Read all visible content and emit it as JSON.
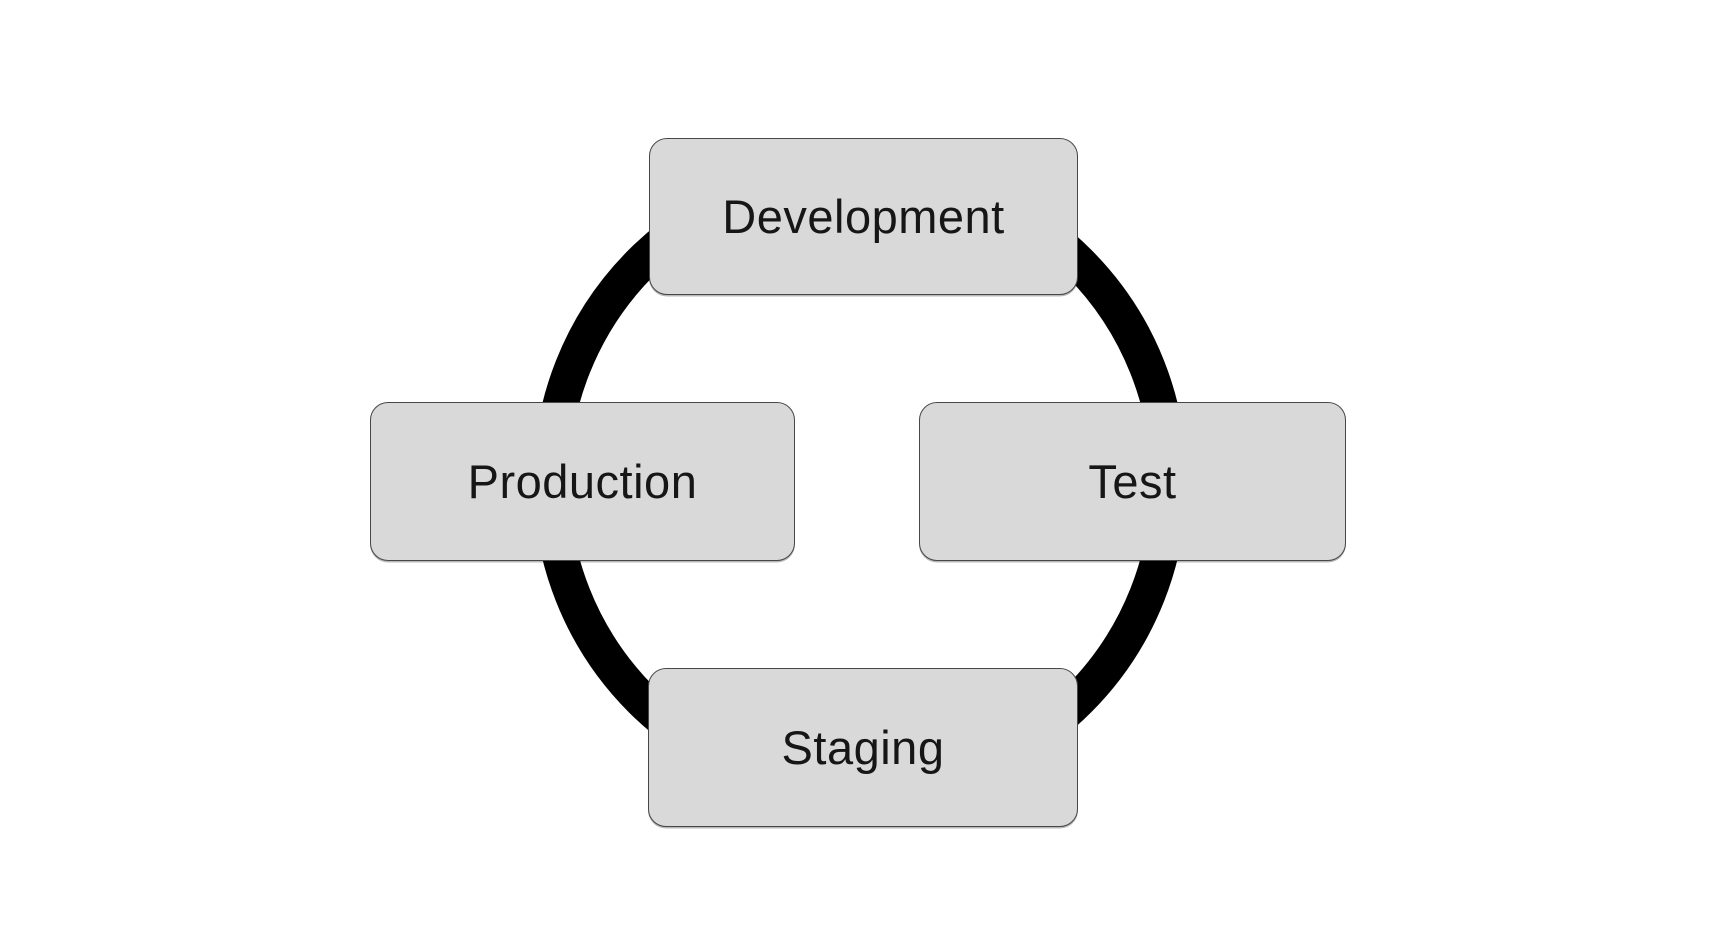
{
  "diagram": {
    "type": "cycle",
    "title": "",
    "nodes": [
      {
        "id": "development",
        "label": "Development",
        "position": "top"
      },
      {
        "id": "test",
        "label": "Test",
        "position": "right"
      },
      {
        "id": "staging",
        "label": "Staging",
        "position": "bottom"
      },
      {
        "id": "production",
        "label": "Production",
        "position": "left"
      }
    ],
    "cycle_order": [
      "Development",
      "Test",
      "Staging",
      "Production"
    ],
    "colors": {
      "background": "#ffffff",
      "node_fill": "#d9d9d9",
      "node_border": "#474747",
      "ring": "#000000",
      "text": "#161616"
    }
  }
}
